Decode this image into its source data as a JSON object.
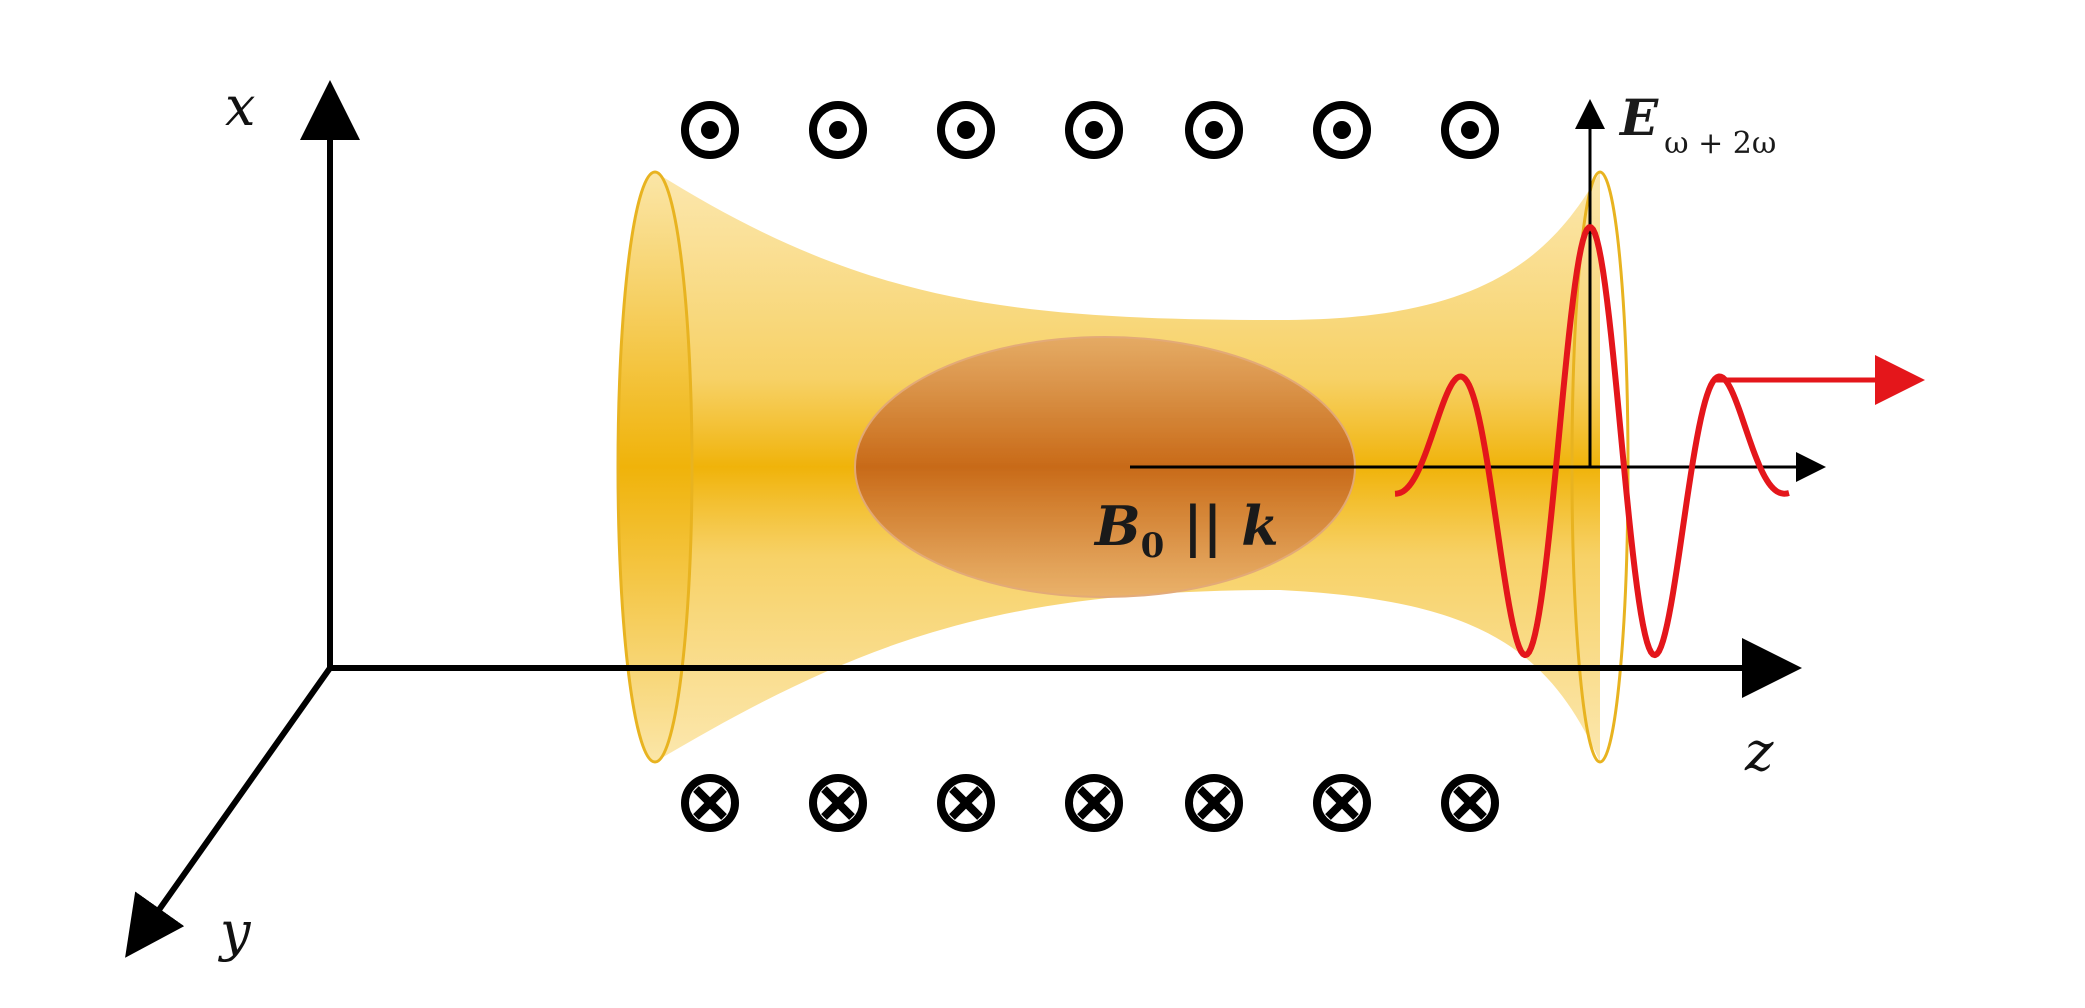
{
  "axes": {
    "x_label": "x",
    "y_label": "y",
    "z_label": "z"
  },
  "field": {
    "label_main": "E",
    "label_sub": "ω + 2ω"
  },
  "magnetic_field": {
    "label_main": "B",
    "label_sub": "0",
    "label_rest": " || ",
    "label_k": "k"
  },
  "symbols": {
    "out_of_page_count": 7,
    "into_page_count": 7,
    "out_of_page_name": "field-out-of-page-icon",
    "into_page_name": "field-into-page-icon"
  },
  "colors": {
    "beam": "#f2b70f",
    "beam_light": "#f9dc8a",
    "plasma": "#c96a1e",
    "wave": "#e4161b",
    "axis": "#000000"
  }
}
